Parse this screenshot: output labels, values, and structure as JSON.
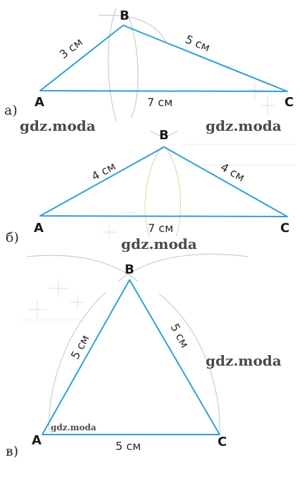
{
  "panels": [
    {
      "marker": "а)",
      "vertices": {
        "a": "A",
        "b": "B",
        "c": "C"
      },
      "sides": {
        "ab": "3 см",
        "bc": "5 см",
        "ac": "7 см"
      }
    },
    {
      "marker": "б)",
      "vertices": {
        "a": "A",
        "b": "B",
        "c": "C"
      },
      "sides": {
        "ab": "4 см",
        "bc": "4 см",
        "ac": "7 см"
      }
    },
    {
      "marker": "в)",
      "vertices": {
        "a": "A",
        "b": "B",
        "c": "C"
      },
      "sides": {
        "ab": "5 см",
        "bc": "5 см",
        "ac": "5 см"
      }
    }
  ],
  "watermarks": [
    "gdz.moda",
    "gdz.moda",
    "gdz.moda",
    "gdz.moda",
    "gdz.moda"
  ],
  "colors": {
    "triangle": "#2e9fd8",
    "construction_arcs": "#c8c8c8",
    "text": "#2a2a2a"
  }
}
